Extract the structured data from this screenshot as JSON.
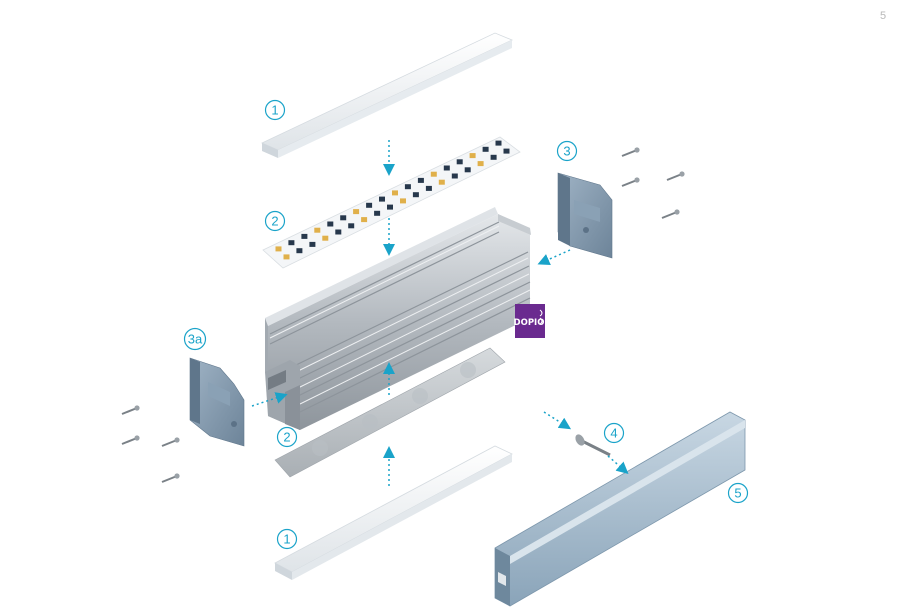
{
  "page_number": "5",
  "colors": {
    "accent": "#1aa3c9",
    "aluminium": "#b9bec4",
    "end_cap": "#7f97ad",
    "cover_blue": "#9fb8cc",
    "diffuser": "#eef1f4",
    "logo_purple": "#6a2a8f"
  },
  "callouts": {
    "top_diffuser": "1",
    "led_strip": "2",
    "end_cap_right": "3",
    "end_cap_left": "3a",
    "screw": "4",
    "side_cover": "5",
    "bottom_diffuser": "1",
    "bottom_led_strip": "2"
  },
  "logo": {
    "text": "DOPIO",
    "icon": "double-strip-icon"
  }
}
